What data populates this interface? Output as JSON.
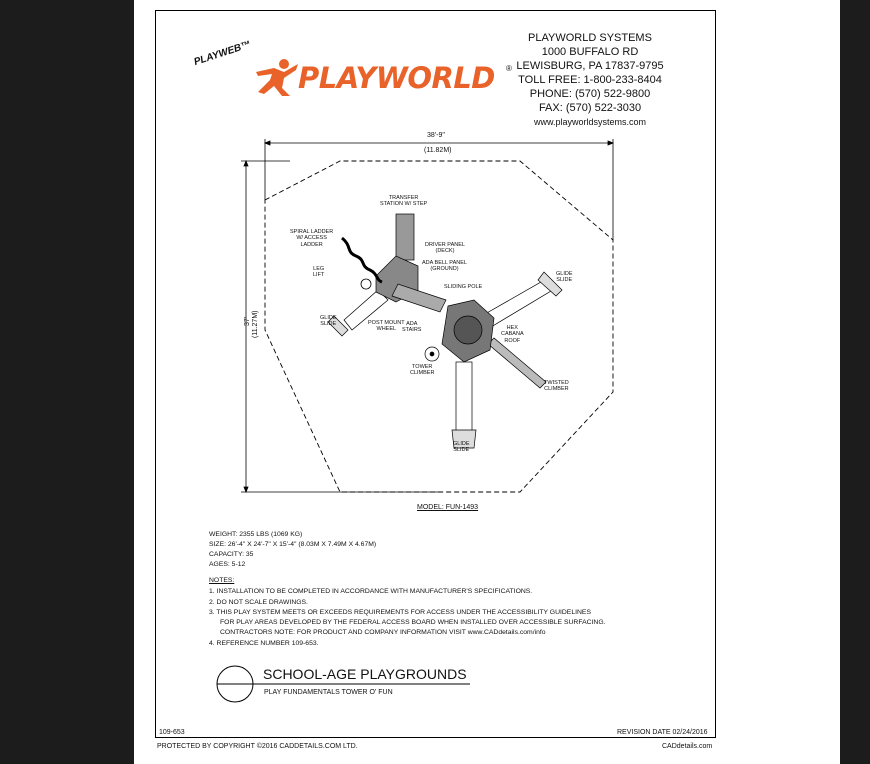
{
  "company": {
    "playweb": "PLAYWEB™",
    "logo_text": "PLAYWORLD",
    "logo_reg": "®",
    "name": "PLAYWORLD SYSTEMS",
    "address1": "1000 BUFFALO RD",
    "address2": "LEWISBURG, PA 17837-9795",
    "tollfree": "TOLL FREE: 1-800-233-8404",
    "phone": "PHONE: (570) 522-9800",
    "fax": "FAX: (570) 522-3030",
    "website": "www.playworldsystems.com"
  },
  "drawing": {
    "dim_width": "38'-9\"",
    "dim_width_m": "(11.82M)",
    "dim_height": "37'",
    "dim_height_m": "(11.27M)",
    "labels": {
      "transfer": "TRANSFER\nSTATION W/ STEP",
      "spiral": "SPIRAL LADDER\nW/ ACCESS\nLADDER",
      "driver": "DRIVER PANEL\n(DECK)",
      "bell": "ADA BELL PANEL\n(GROUND)",
      "leg_lift": "LEG\nLIFT",
      "sliding_pole": "SLIDING POLE",
      "glide_right": "GLIDE\nSLIDE",
      "glide_left": "GLIDE\nSLIDE",
      "post_mount": "POST MOUNT\nWHEEL",
      "ada_stairs": "ADA\nSTAIRS",
      "hex": "HEX\nCABANA\nROOF",
      "tower_climber": "TOWER\nCLIMBER",
      "twisted": "TWISTED\nCLIMBER",
      "glide_bottom": "GLIDE\nSLIDE"
    },
    "model": "MODEL: FUN-1493"
  },
  "specs": {
    "weight": "WEIGHT: 2355 LBS (1069 KG)",
    "size": "SIZE: 26'-4\" X 24'-7\" X 15'-4\" (8.03M X 7.49M X 4.67M)",
    "capacity": "CAPACITY: 35",
    "ages": "AGES: 5-12"
  },
  "notes": {
    "heading": "NOTES:",
    "n1": "1.  INSTALLATION TO BE COMPLETED IN ACCORDANCE WITH MANUFACTURER'S SPECIFICATIONS.",
    "n2": "2.  DO NOT SCALE DRAWINGS.",
    "n3a": "3.  THIS PLAY SYSTEM MEETS OR EXCEEDS REQUIREMENTS FOR ACCESS UNDER THE ACCESSIBILITY GUIDELINES",
    "n3b": "FOR PLAY AREAS DEVELOPED BY THE FEDERAL ACCESS BOARD WHEN INSTALLED OVER ACCESSIBLE SURFACING.",
    "n3c": "CONTRACTORS NOTE: FOR PRODUCT AND COMPANY INFORMATION VISIT www.CADdetails.com/info",
    "n4": "4.  REFERENCE NUMBER 109-653."
  },
  "title_block": {
    "title": "SCHOOL-AGE PLAYGROUNDS",
    "subtitle": "PLAY FUNDAMENTALS TOWER O' FUN"
  },
  "footer": {
    "ref": "109-653",
    "revision": "REVISION DATE 02/24/2016",
    "copyright": "PROTECTED BY COPYRIGHT ©2016 CADDETAILS.COM LTD.",
    "caddetails": "CADdetails.com"
  },
  "colors": {
    "logo_orange": "#e8622a",
    "frame_bg": "#1c1c1c",
    "sheet": "#ffffff",
    "ink": "#111111"
  }
}
